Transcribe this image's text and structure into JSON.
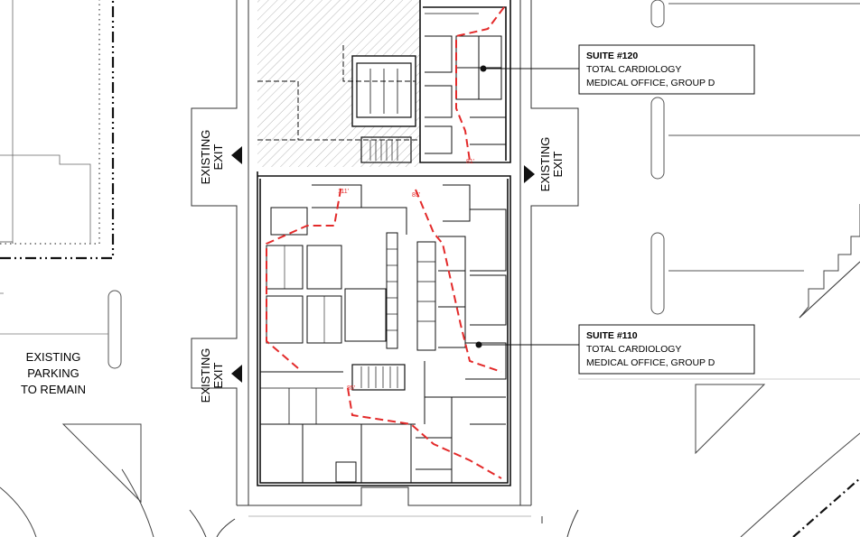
{
  "callouts": [
    {
      "title": "SUITE #120",
      "line1": "TOTAL CARDIOLOGY",
      "line2": "MEDICAL OFFICE, GROUP D"
    },
    {
      "title": "SUITE #110",
      "line1": "TOTAL CARDIOLOGY",
      "line2": "MEDICAL OFFICE, GROUP D"
    }
  ],
  "exits": [
    {
      "line1": "EXISTING",
      "line2": "EXIT"
    },
    {
      "line1": "EXISTING",
      "line2": "EXIT"
    },
    {
      "line1": "EXISTING",
      "line2": "EXIT"
    }
  ],
  "parking": {
    "line1": "EXISTING",
    "line2": "PARKING",
    "line3": "TO REMAIN"
  },
  "dimensions": [
    "81'",
    "111'",
    "85'",
    "85'"
  ],
  "colors": {
    "egress_path": "#e32a2a",
    "walls": "#111111",
    "site_lines": "#555555",
    "hatch": "#9a9a9a"
  }
}
